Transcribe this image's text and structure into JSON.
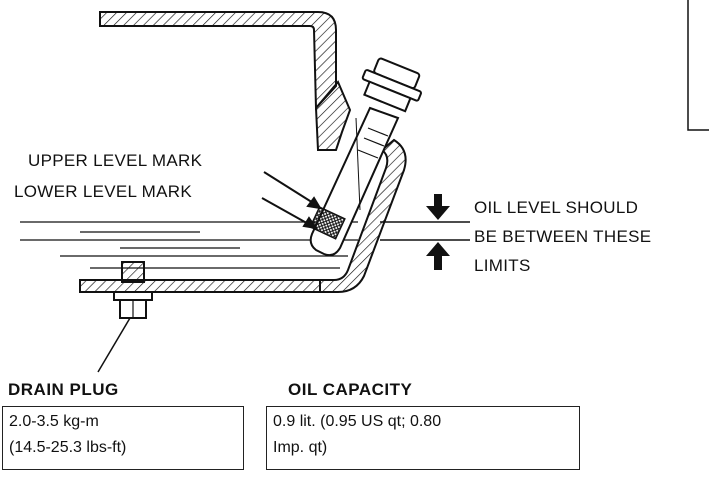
{
  "callouts": {
    "upper_level_mark": "UPPER LEVEL MARK",
    "lower_level_mark": "LOWER LEVEL MARK",
    "oil_level_line1": "OIL LEVEL SHOULD",
    "oil_level_line2": "BE BETWEEN THESE",
    "oil_level_line3": "LIMITS"
  },
  "drain_plug": {
    "heading": "DRAIN PLUG",
    "spec_line1": "2.0-3.5 kg-m",
    "spec_line2": "(14.5-25.3 lbs-ft)"
  },
  "oil_capacity": {
    "heading": "OIL CAPACITY",
    "spec_line1": "0.9 lit. (0.95 US qt; 0.80",
    "spec_line2": "Imp. qt)"
  },
  "colors": {
    "ink": "#111111",
    "paper": "#ffffff"
  }
}
